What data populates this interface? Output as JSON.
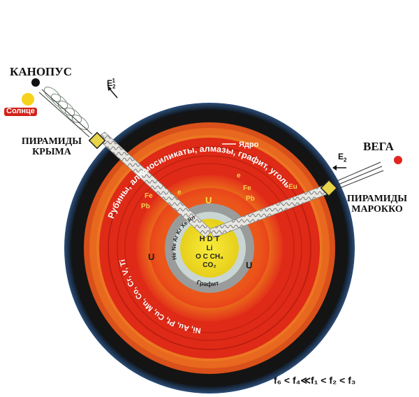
{
  "labels": {
    "canopus": "КАНОПУС",
    "sun": "Солнце",
    "pyramids_crimea_line1": "ПИРАМИДЫ",
    "pyramids_crimea_line2": "КРЫМА",
    "vega": "ВЕГА",
    "pyramids_morocco_line1": "ПИРАМИДЫ",
    "pyramids_morocco_line2": "МАРОККО",
    "e1": "E",
    "e1_sub": "2",
    "e1_sup": "1",
    "e2": "E",
    "e2_sub": "2",
    "core": "Ядро",
    "formula": "f₆ < f₄≪f₁ < f₂ < f₃"
  },
  "layers": {
    "outer_arc": "Рубины, алюмосиликаты, алмазы, графит, уголь",
    "inner_arc": "Ni, Au, Pt, Cu, Mn, Co, Cr, V, Ti",
    "graphite": "Графит",
    "noble_gases": [
      "He",
      "Ne",
      "Ar",
      "Kr",
      "Xe",
      "Rn"
    ],
    "elements_fe": "Fe",
    "elements_pb": "Pb",
    "element_u": "U",
    "element_e": "e",
    "element_eu": "Eu"
  },
  "center": {
    "line1": "H D T",
    "line2": "Li",
    "line3": "O C CH₄",
    "line4": "CO₂"
  },
  "colors": {
    "black_ring": "#131313",
    "mantle_red": "#e0391c",
    "orange": "#ef7a1f",
    "inner_red": "#e21c14",
    "yellow": "#f3d21a",
    "graphite": "#9a9b9b",
    "center_yellow": "#f5e92c",
    "sun": "#f6d21c",
    "vega_star": "#e0261f",
    "pyramid": "#e8d44a"
  }
}
